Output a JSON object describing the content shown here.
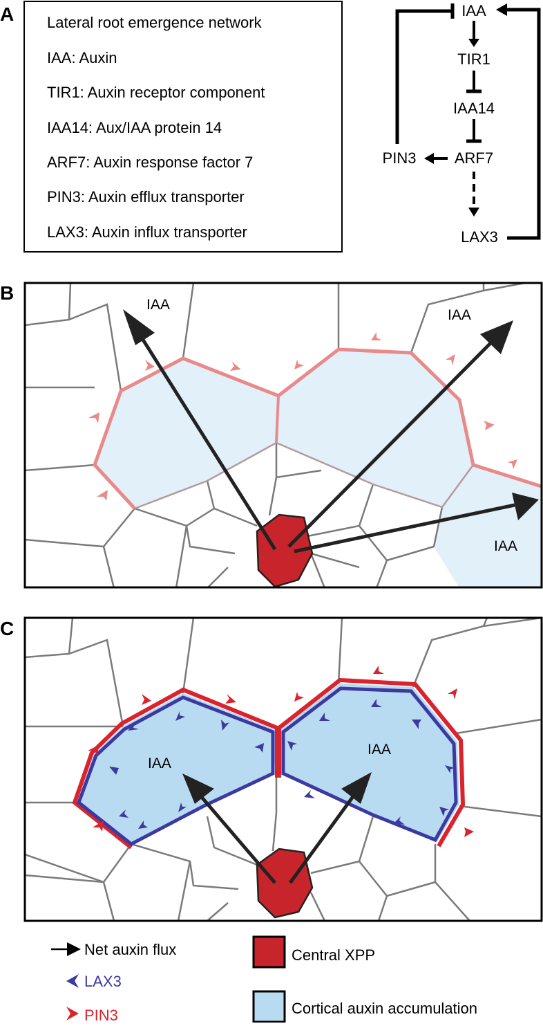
{
  "panel_a": {
    "letter": "A",
    "definitions": [
      "Lateral root emergence network",
      "IAA: Auxin",
      "TIR1: Auxin receptor component",
      "IAA14: Aux/IAA protein 14",
      "ARF7: Auxin response factor 7",
      "PIN3: Auxin efflux transporter",
      "LAX3: Auxin influx transporter"
    ],
    "nodes": {
      "iaa": "IAA",
      "tir1": "TIR1",
      "iaa14": "IAA14",
      "arf7": "ARF7",
      "pin3": "PIN3",
      "lax3": "LAX3"
    }
  },
  "panel_b": {
    "letter": "B",
    "flux_labels": [
      "IAA",
      "IAA",
      "IAA"
    ]
  },
  "panel_c": {
    "letter": "C",
    "flux_labels": [
      "IAA",
      "IAA"
    ]
  },
  "legend": {
    "net_flux": "Net auxin flux",
    "lax3": "LAX3",
    "pin3": "PIN3",
    "central_xpp": "Central XPP",
    "cortical": "Cortical auxin accumulation"
  },
  "colors": {
    "xpp_red": "#c8242b",
    "pin3_red": "#d9232d",
    "pin3_pale": "#e98a8a",
    "lax3_blue": "#3a3aa0",
    "accum_blue": "#b9dbf2",
    "accum_pale": "#e2f0fa",
    "cell_wall": "#7a7a7a"
  }
}
